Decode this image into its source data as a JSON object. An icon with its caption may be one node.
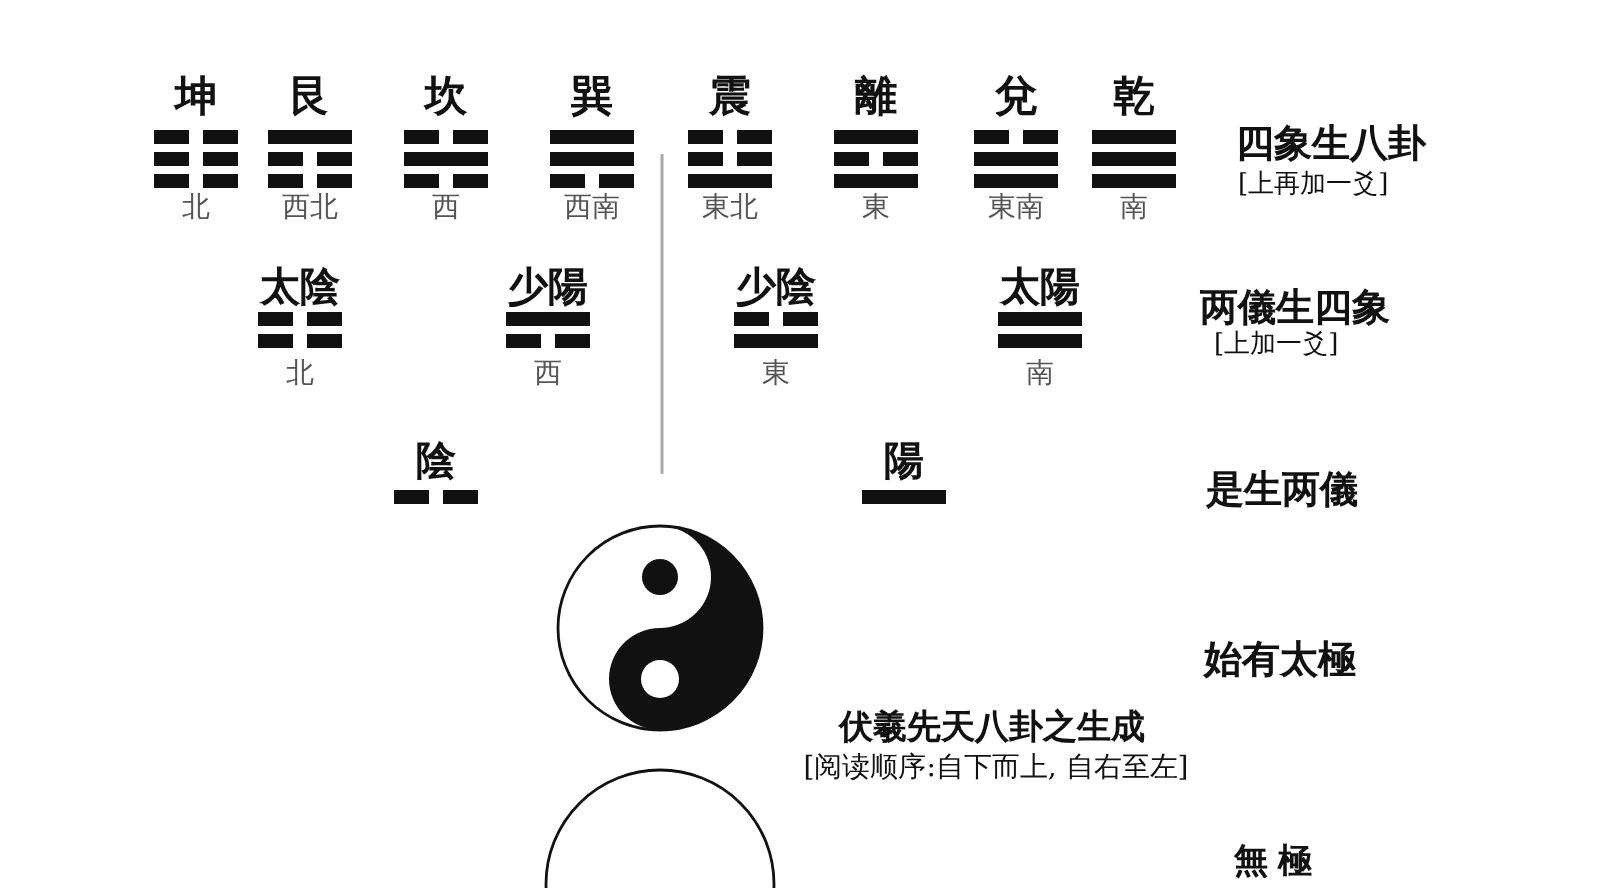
{
  "diagram": {
    "title": "伏羲先天八卦之生成",
    "nodes": [
      {
        "text": [
          "坤"
        ],
        "beside": [
          "北"
        ]
      },
      {
        "text": [
          "艮"
        ],
        "beside": [
          "西北"
        ]
      },
      {
        "text": [
          "坎"
        ],
        "beside": [
          "西"
        ]
      },
      {
        "text": [
          "巽"
        ],
        "beside": [
          "西南"
        ]
      },
      {
        "text": [
          "震"
        ],
        "beside": [
          "東北"
        ]
      },
      {
        "text": [
          "離"
        ],
        "beside": [
          "東"
        ]
      },
      {
        "text": [
          "兌"
        ],
        "beside": [
          "東南"
        ]
      },
      {
        "text": [
          "乾"
        ],
        "beside": [
          "南"
        ]
      },
      {
        "text": [
          "太陰"
        ],
        "beside": [
          "北"
        ]
      },
      {
        "text": [
          "少陽"
        ],
        "beside": [
          "西"
        ]
      },
      {
        "text": [
          "少陰"
        ],
        "beside": [
          "東"
        ]
      },
      {
        "text": [
          "太陽"
        ],
        "beside": [
          "南"
        ]
      },
      {
        "text": [
          "陰"
        ]
      },
      {
        "text": [
          "陽"
        ]
      },
      {
        "text": [],
        "shape": "picture"
      },
      {
        "text": [],
        "shape": "circle"
      }
    ],
    "labels": [
      "四象生八卦",
      "[上再加一爻]",
      "两儀生四象",
      "[上加一爻]",
      "是生两儀",
      "始有太極",
      "[阅读顺序:自下而上, 自右至左]",
      "無極"
    ]
  }
}
